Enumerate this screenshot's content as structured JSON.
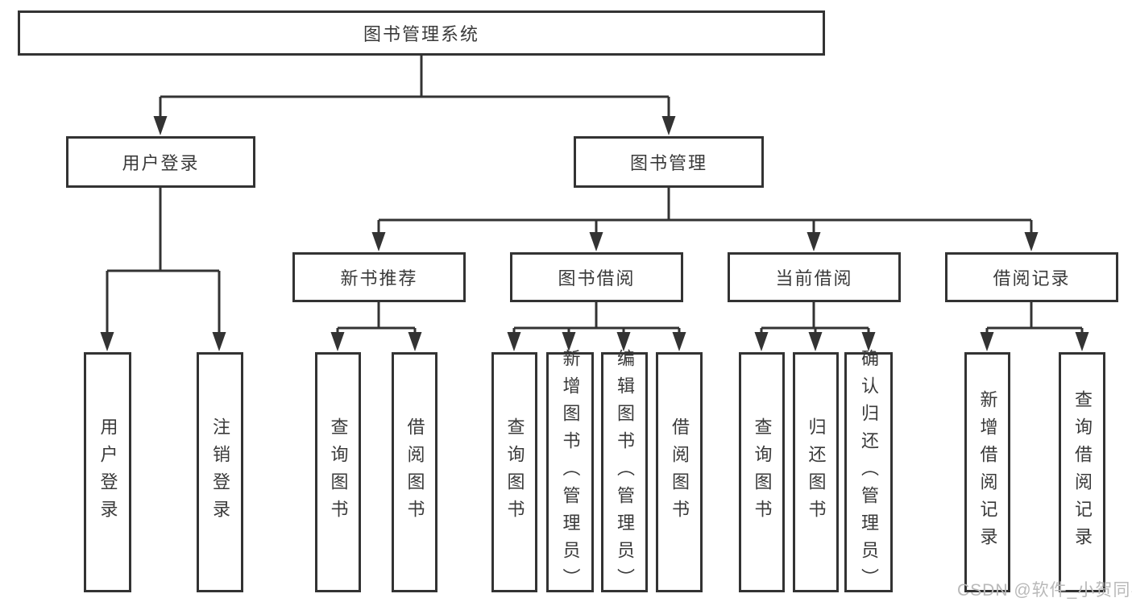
{
  "tree": {
    "label": "图书管理系统",
    "children": [
      {
        "label": "用户登录",
        "children": [
          {
            "label": "用户登录"
          },
          {
            "label": "注销登录"
          }
        ]
      },
      {
        "label": "图书管理",
        "children": [
          {
            "label": "新书推荐",
            "children": [
              {
                "label": "查询图书"
              },
              {
                "label": "借阅图书"
              }
            ]
          },
          {
            "label": "图书借阅",
            "children": [
              {
                "label": "查询图书"
              },
              {
                "label": "新增图书（管理员）"
              },
              {
                "label": "编辑图书（管理员）"
              },
              {
                "label": "借阅图书"
              }
            ]
          },
          {
            "label": "当前借阅",
            "children": [
              {
                "label": "查询图书"
              },
              {
                "label": "归还图书"
              },
              {
                "label": "确认归还（管理员）"
              }
            ]
          },
          {
            "label": "借阅记录",
            "children": [
              {
                "label": "新增借阅记录"
              },
              {
                "label": "查询借阅记录"
              }
            ]
          }
        ]
      }
    ]
  },
  "watermark": "CSDN @软件_小贺同学",
  "colors": {
    "line": "#333333",
    "text": "#3a3a3a",
    "box_background": "#ffffff",
    "page_background": "#ffffff",
    "watermark": "#b9b9b9"
  }
}
